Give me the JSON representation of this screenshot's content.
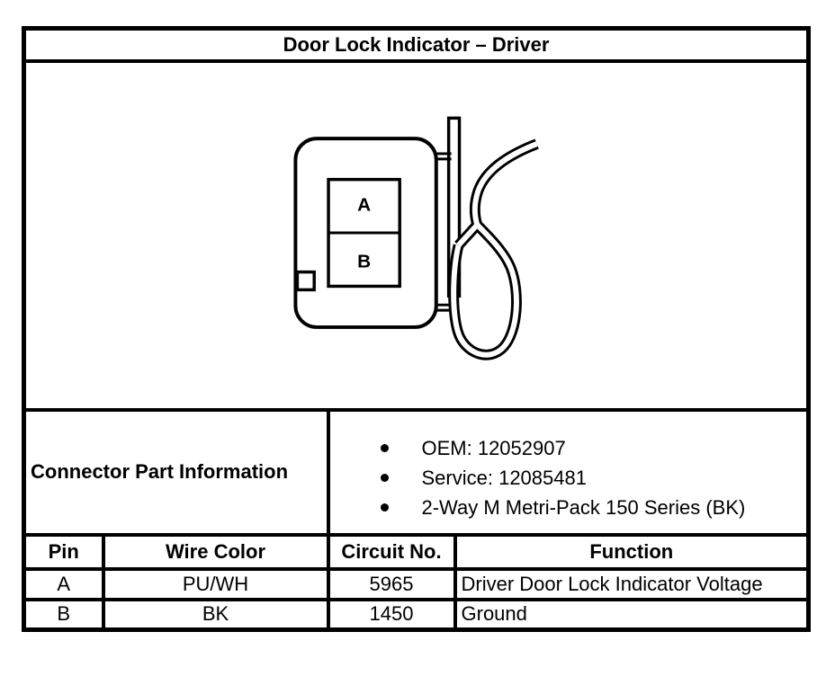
{
  "page": {
    "title": "Door Lock Indicator – Driver"
  },
  "diagram": {
    "pin_labels": [
      "A",
      "B"
    ]
  },
  "connector_info": {
    "label": "Connector Part Information",
    "items": [
      "OEM: 12052907",
      "Service: 12085481",
      "2-Way M Metri-Pack 150 Series (BK)"
    ]
  },
  "pin_table": {
    "headers": [
      "Pin",
      "Wire Color",
      "Circuit No.",
      "Function"
    ],
    "rows": [
      [
        "A",
        "PU/WH",
        "5965",
        "Driver Door Lock Indicator Voltage"
      ],
      [
        "B",
        "BK",
        "1450",
        "Ground"
      ]
    ]
  },
  "colors": {
    "line": "#000000",
    "background": "#ffffff"
  }
}
